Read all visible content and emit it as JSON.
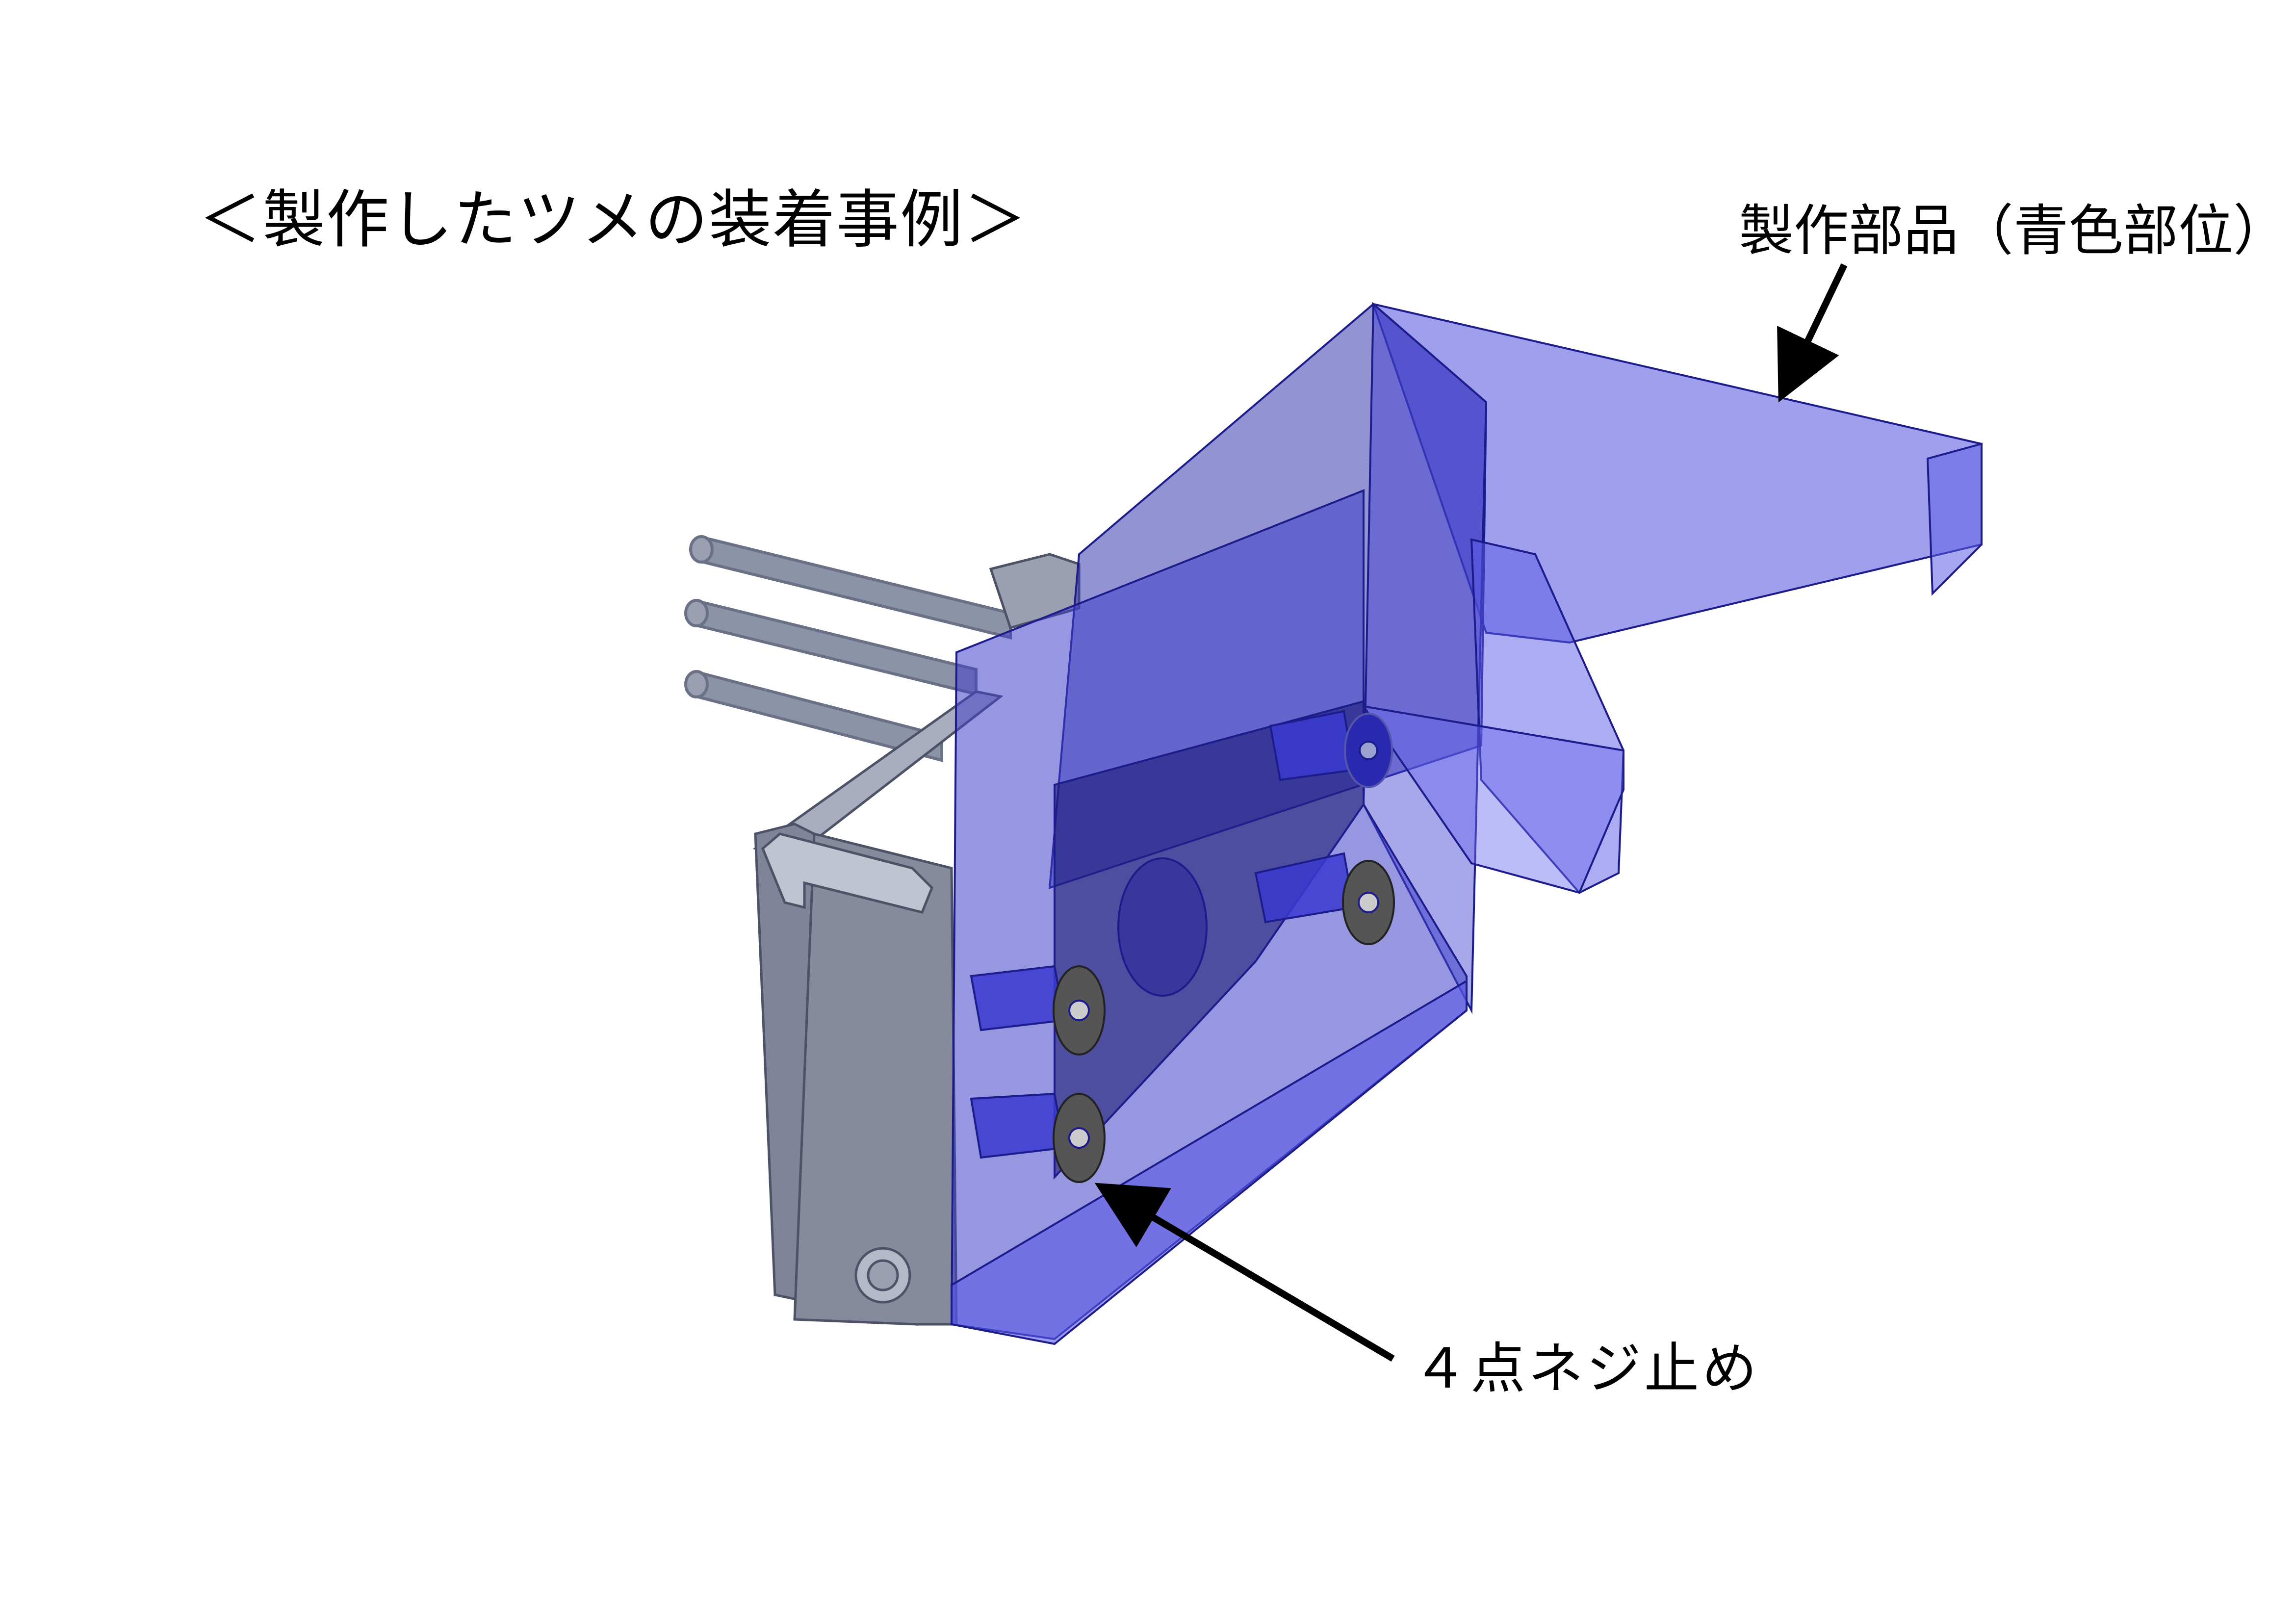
{
  "title": "＜製作したツメの装着事例＞",
  "annotations": {
    "part": "製作部品（青色部位）",
    "screws": "４点ネジ止め"
  },
  "colors": {
    "part_blue": "#5050e0",
    "part_blue_dark": "#1c1c8c",
    "gripper_gray": "#7e8396",
    "gripper_gray_light": "#9aa0b2",
    "rod_gray": "#8a90a2",
    "screw_dark": "#555555",
    "arrow": "#000000"
  }
}
